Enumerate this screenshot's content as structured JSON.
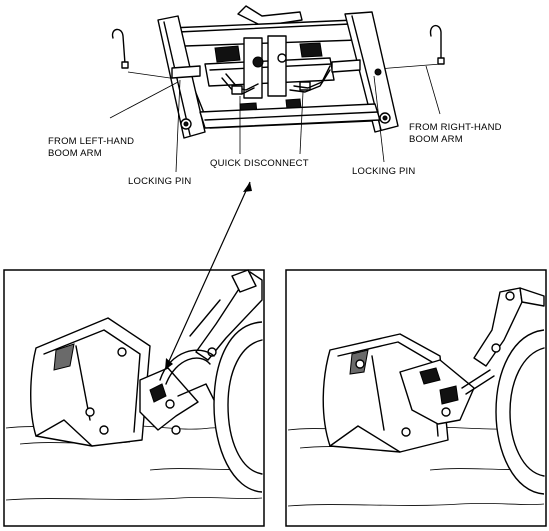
{
  "labels": {
    "left_boom_line1": "FROM LEFT-HAND",
    "left_boom_line2": "BOOM ARM",
    "right_boom_line1": "FROM RIGHT-HAND",
    "right_boom_line2": "BOOM ARM",
    "quick_disconnect": "QUICK  DISCONNECT",
    "locking_pin_left": "LOCKING PIN",
    "locking_pin_right": "LOCKING PIN"
  },
  "panels": [
    "detail-view",
    "loader-disconnected-view",
    "loader-connected-view"
  ]
}
